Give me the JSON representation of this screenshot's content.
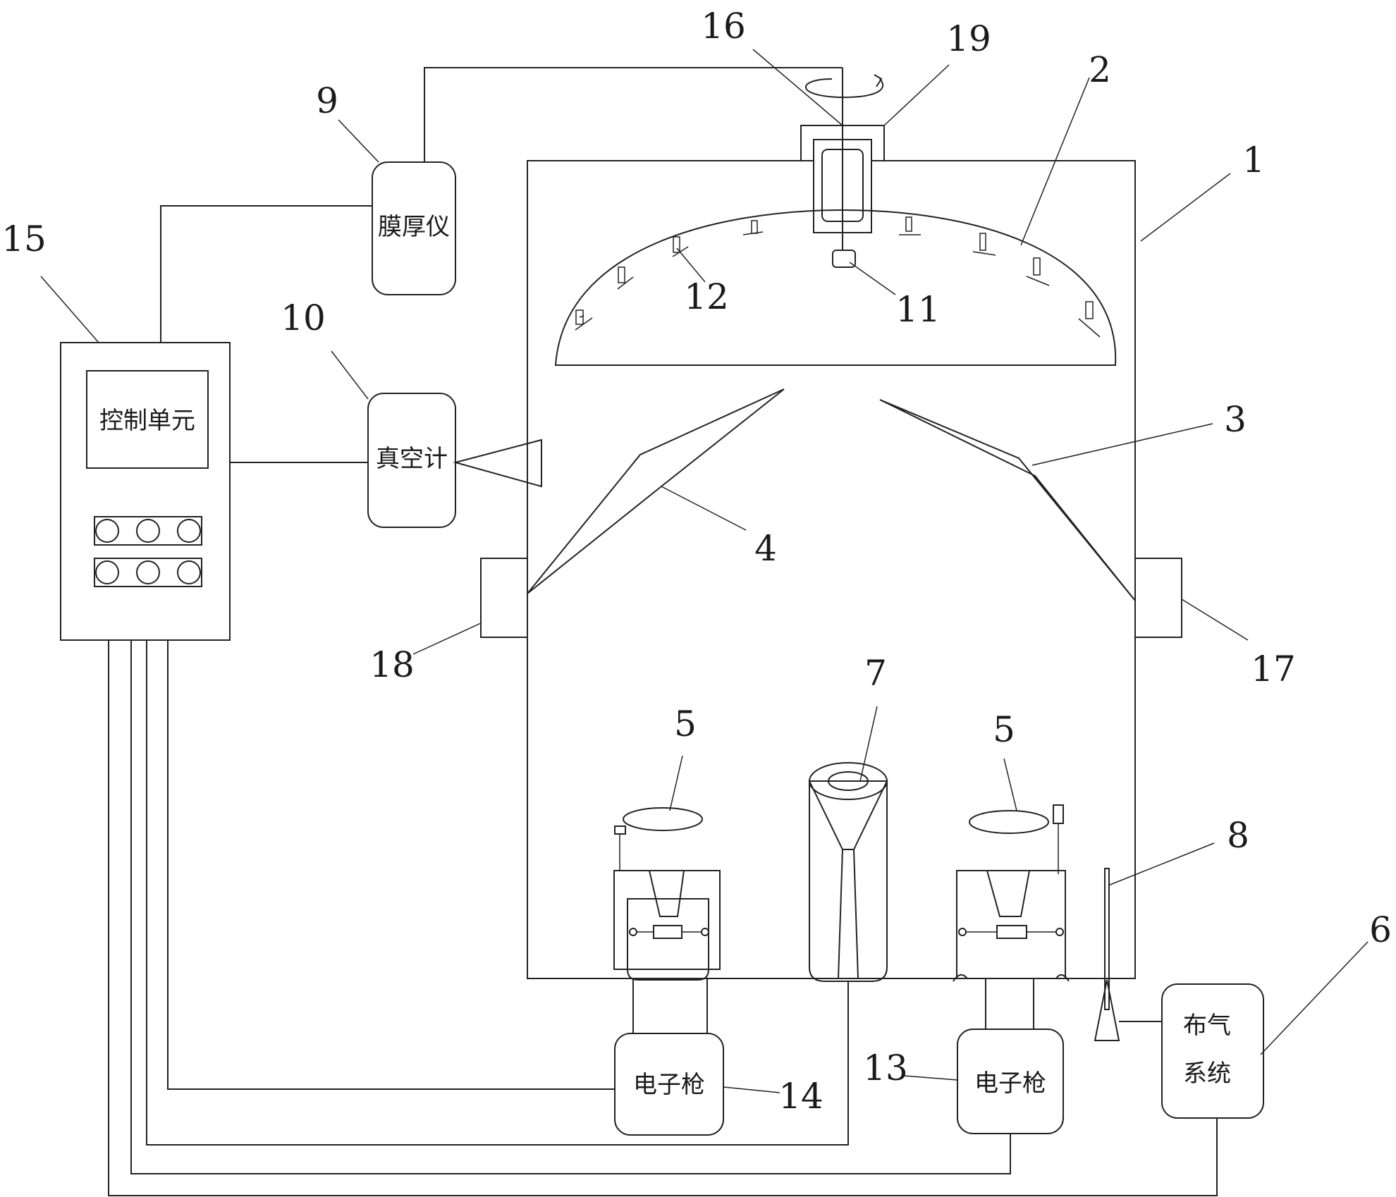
{
  "labels": {
    "film_thickness_meter": "膜厚仪",
    "control_unit": "控制单元",
    "vacuum_gauge": "真空计",
    "electron_gun_left": "电子枪",
    "electron_gun_right": "电子枪",
    "gas_system_line1": "布气",
    "gas_system_line2": "系统"
  },
  "callouts": {
    "n1": "1",
    "n2": "2",
    "n3": "3",
    "n4": "4",
    "n5a": "5",
    "n5b": "5",
    "n6": "6",
    "n7": "7",
    "n8": "8",
    "n9": "9",
    "n10": "10",
    "n11": "11",
    "n12": "12",
    "n13": "13",
    "n14": "14",
    "n15": "15",
    "n16": "16",
    "n17": "17",
    "n18": "18",
    "n19": "19"
  },
  "colors": {
    "line": "#222222",
    "background": "#ffffff"
  }
}
